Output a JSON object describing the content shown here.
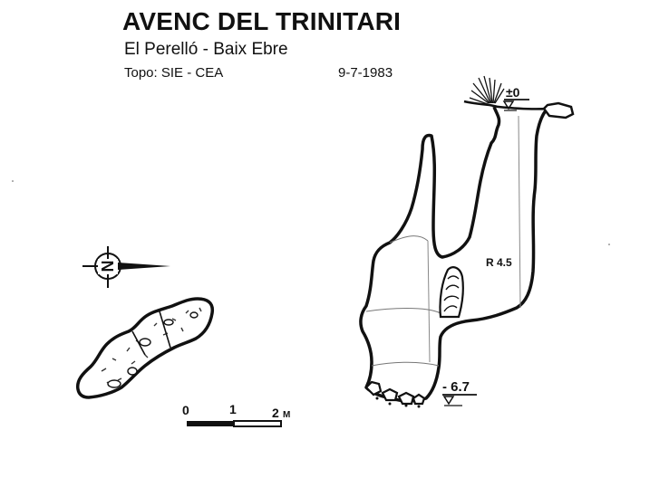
{
  "header": {
    "title": "AVENC DEL TRINITARI",
    "location": "El Perelló - Baix Ebre",
    "topo": "Topo: SIE - CEA",
    "date": "9-7-1983"
  },
  "section": {
    "entrance_depth": "±0",
    "bottom_depth": "- 6.7",
    "pitch_label": "R 4.5"
  },
  "compass": {
    "north_letter": "N"
  },
  "scale_bar": {
    "tick_0": "0",
    "tick_1": "1",
    "tick_2": "2",
    "unit": "M"
  }
}
